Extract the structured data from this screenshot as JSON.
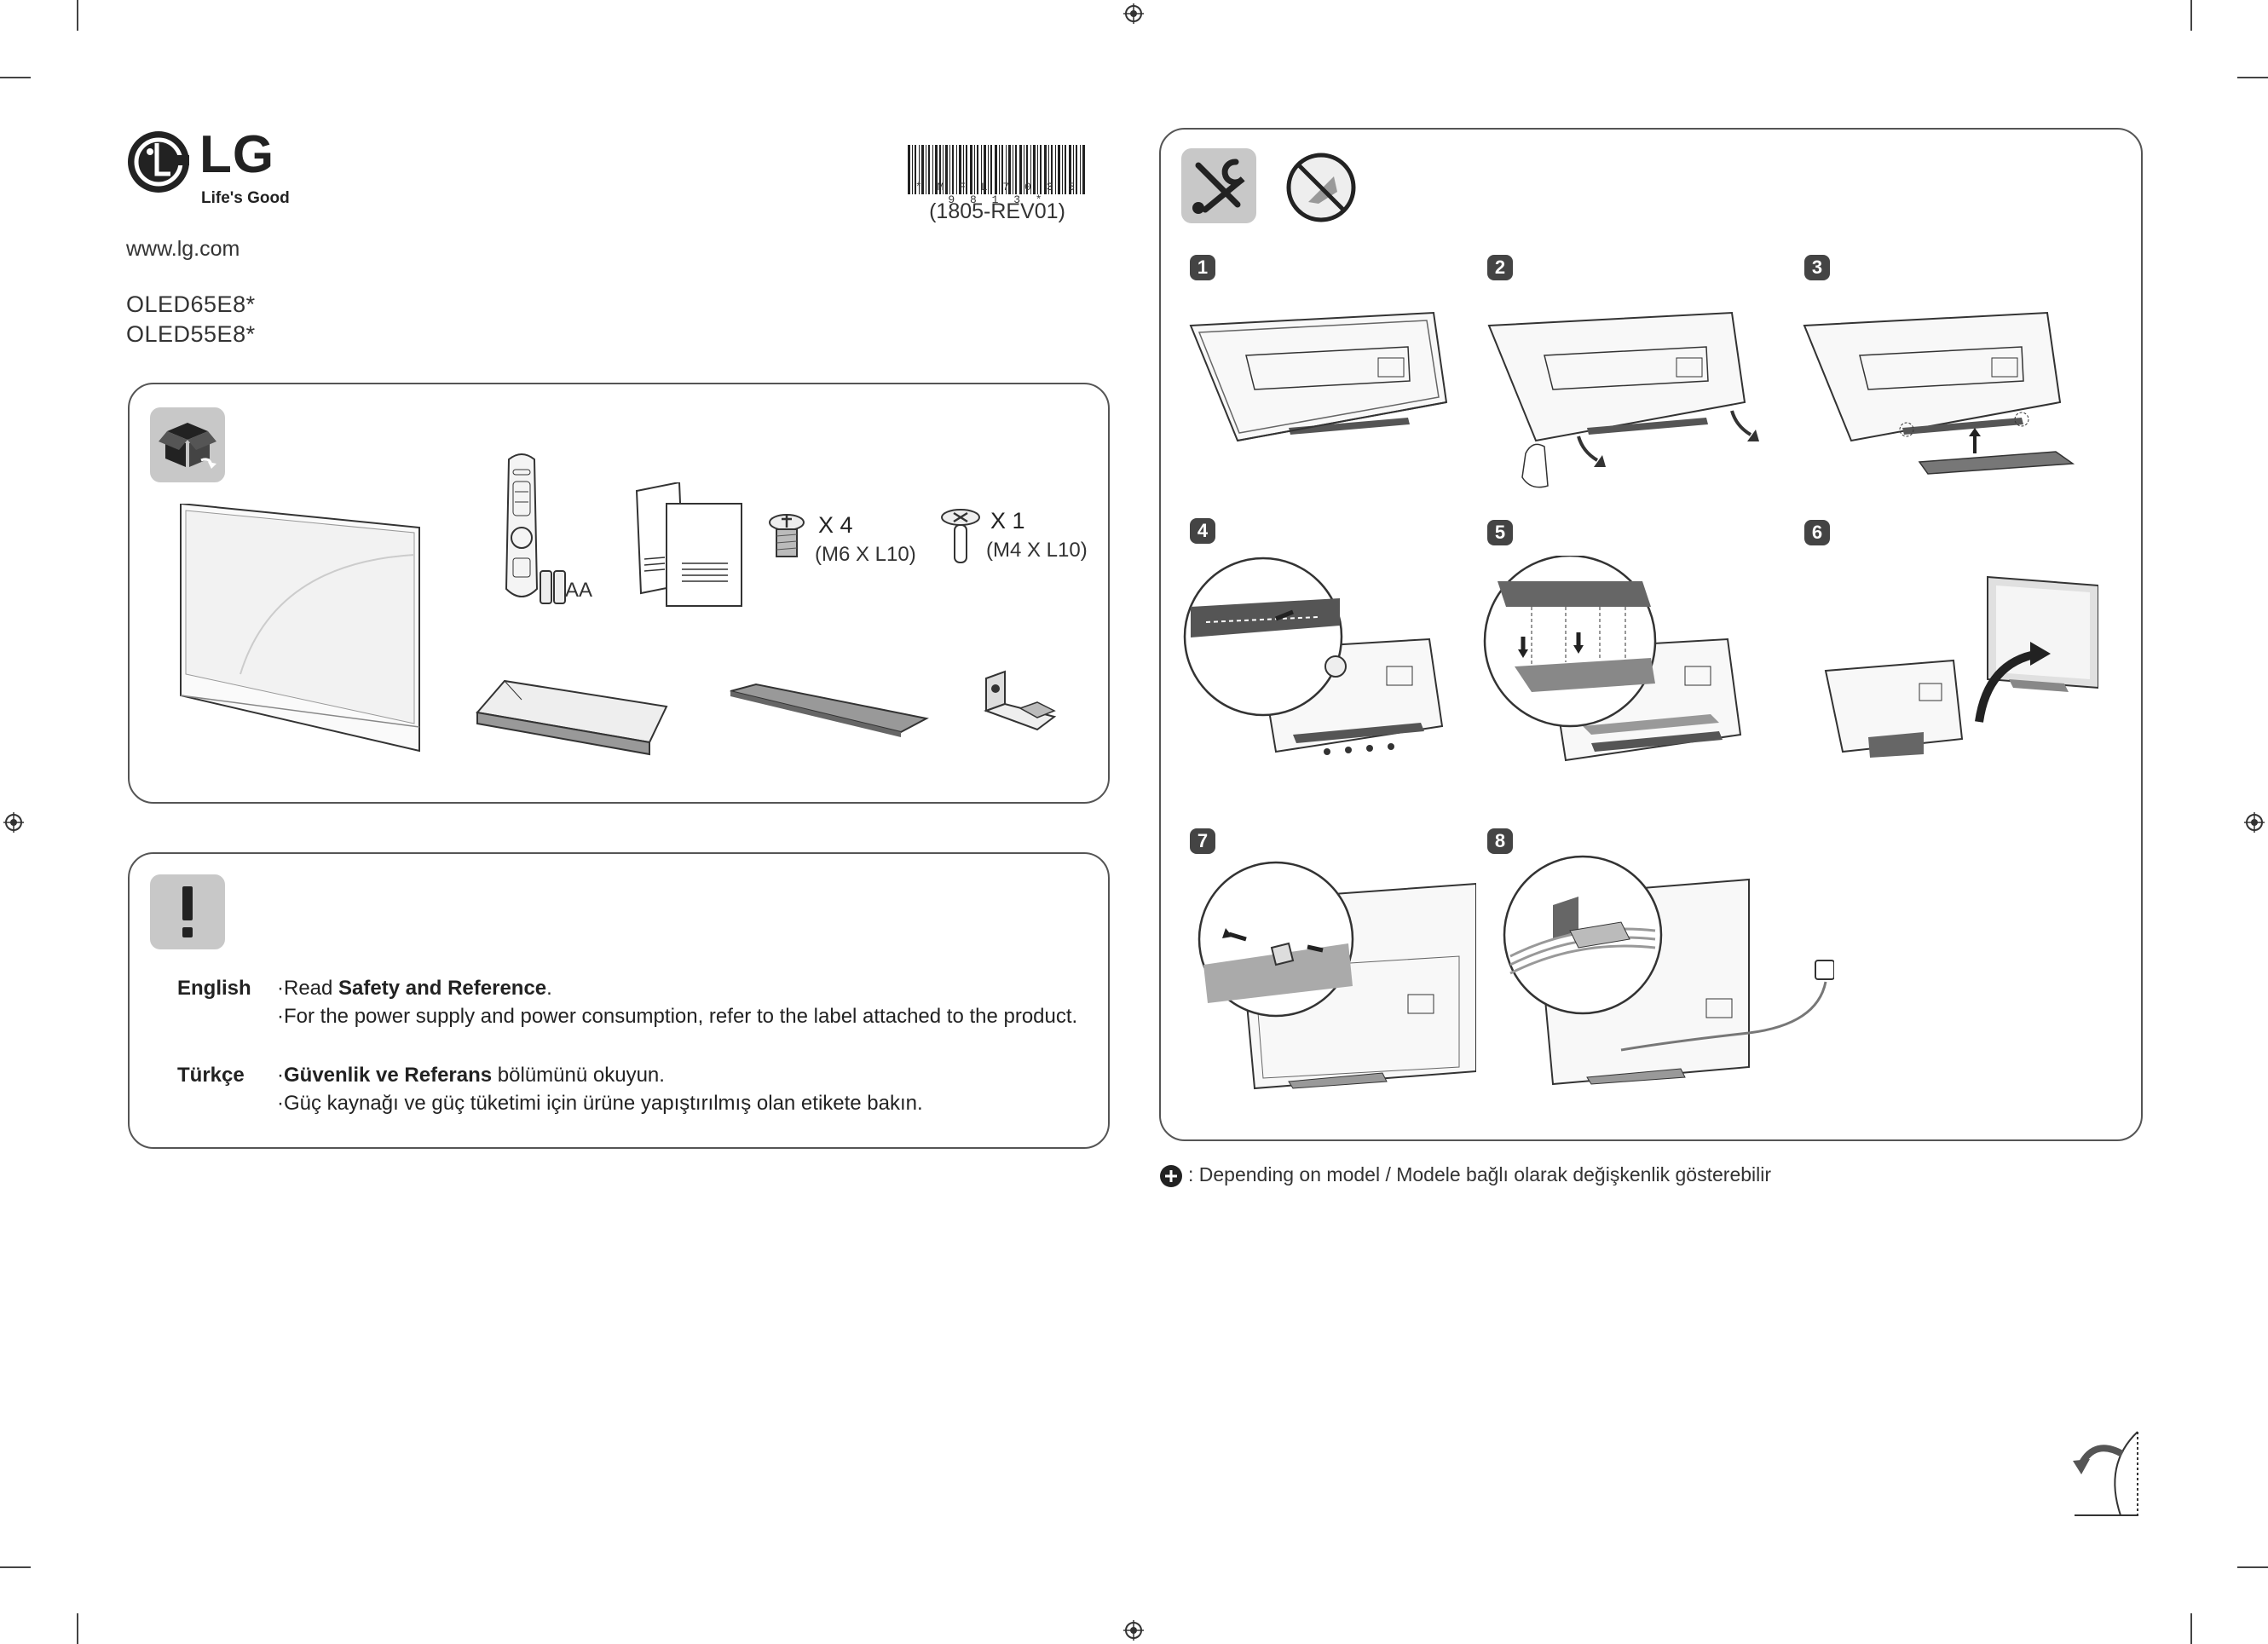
{
  "header": {
    "brand": "LG",
    "tagline": "Life's Good",
    "website": "www.lg.com",
    "models": [
      "OLED65E8*",
      "OLED55E8*"
    ],
    "barcode_text": "* M F L 7 0 3 5 9 8 1 3 *",
    "revision": "(1805-REV01)"
  },
  "contents": {
    "icon": "box-open-icon",
    "battery_label": "AA",
    "screw_m6": {
      "qty": "X 4",
      "spec": "(M6 X L10)"
    },
    "screw_m4": {
      "qty": "X 1",
      "spec": "(M4 X L10)"
    }
  },
  "safety": {
    "icon": "exclamation-icon",
    "languages": [
      {
        "name": "English",
        "lines": [
          {
            "pre": "·Read ",
            "bold": "Safety and Reference",
            "post": "."
          },
          {
            "pre": "·For the power supply and power consumption,  refer to the label attached to the product.",
            "bold": "",
            "post": ""
          }
        ]
      },
      {
        "name": "Türkçe",
        "lines": [
          {
            "pre": "·",
            "bold": "Güvenlik ve Referans",
            "post": " bölümünü okuyun."
          },
          {
            "pre": "·Güç kaynağı ve güç tüketimi için ürüne yapıştırılmış olan etikete bakın.",
            "bold": "",
            "post": ""
          }
        ]
      }
    ]
  },
  "assembly": {
    "tools_icon": "screwdriver-wrench-icon",
    "no_tool_icon": "no-sharp-tool-icon",
    "steps": [
      "1",
      "2",
      "3",
      "4",
      "5",
      "6",
      "7",
      "8"
    ]
  },
  "footnote": ": Depending on model / Modele bağlı olarak değişkenlik gösterebilir",
  "colors": {
    "line": "#555555",
    "icon_bg": "#c8c8c8",
    "badge": "#444444"
  }
}
